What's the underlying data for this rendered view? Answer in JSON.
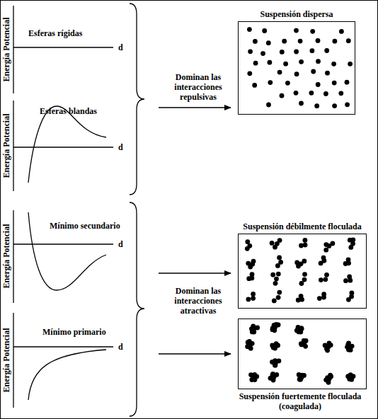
{
  "diagram": {
    "nodes": [
      {
        "text": [
          "Suspensión dispersa"
        ]
      },
      {
        "text": [
          "Suspensión débilmente floculada"
        ]
      },
      {
        "text": [
          "Suspensión fuertemente floculada (coagulada)"
        ]
      }
    ],
    "labels": [
      "Energía Potencial",
      "Esferas rígidas",
      "d",
      "Energía Potencial",
      "Esferas blandas",
      "d",
      "Dominan las interacciones repulsivas",
      "Energía Potencial",
      "Mínimo secundario",
      "d",
      "Energía Potencial",
      "Mínimo primario",
      "d",
      "Dominan las interacciones atractivas"
    ]
  }
}
